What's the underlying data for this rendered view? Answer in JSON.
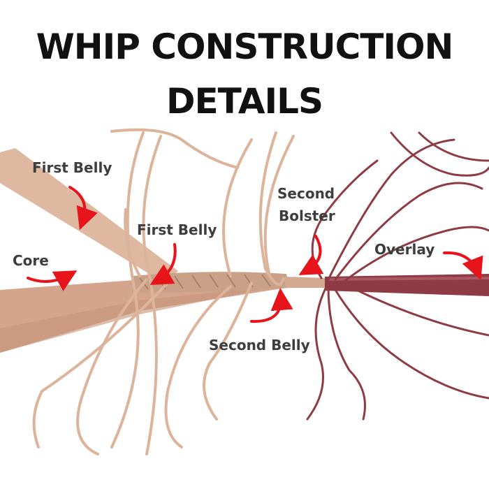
{
  "title": {
    "line1": "WHIP CONSTRUCTION",
    "line2": "DETAILS"
  },
  "labels": {
    "first_belly_top": "First Belly",
    "first_belly_mid": "First Belly",
    "core": "Core",
    "second_bolster_l1": "Second",
    "second_bolster_l2": "Bolster",
    "overlay": "Overlay",
    "second_belly": "Second Belly"
  },
  "colors": {
    "leather_tan": "#dcb49c",
    "leather_light": "#ecd0bf",
    "overlay_red": "#8e3b45",
    "arrow_red": "#e8141c",
    "label_text": "#3d3d3d"
  }
}
